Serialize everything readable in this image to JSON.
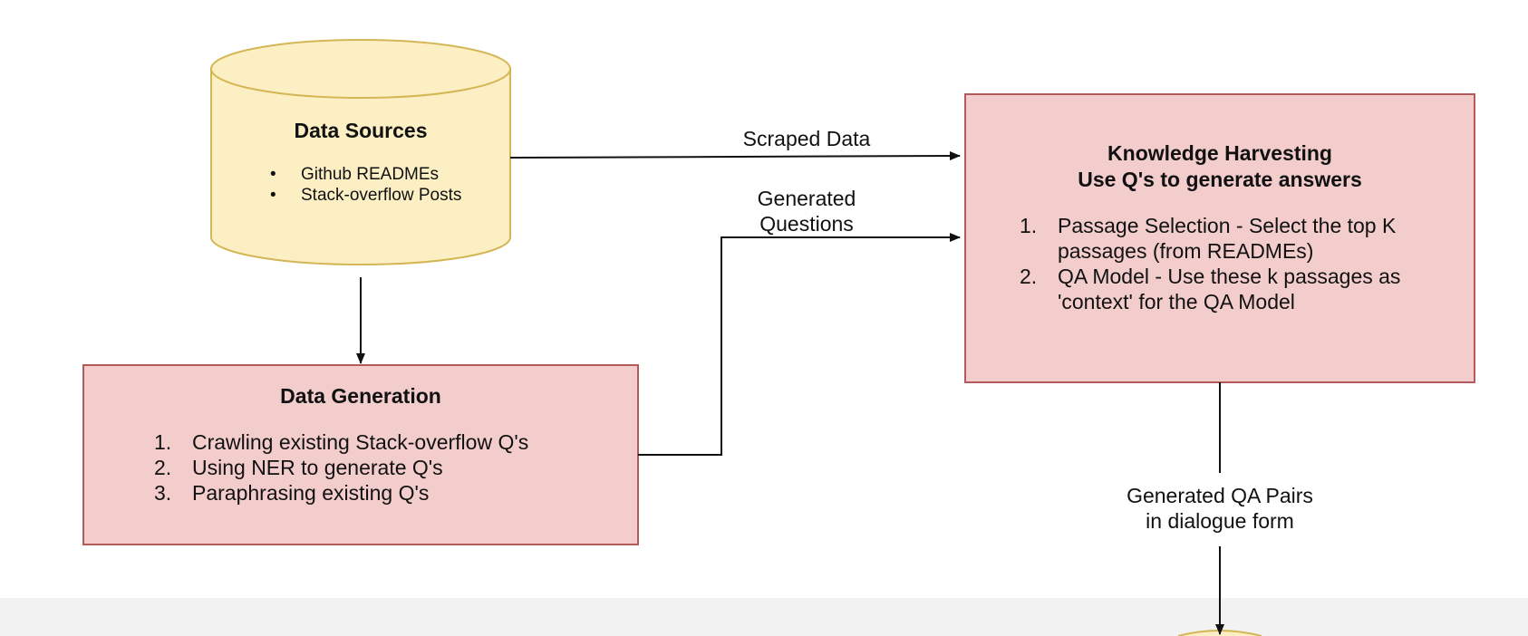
{
  "colors": {
    "cylinder_fill": "#fdefc4",
    "cylinder_stroke": "#d4b655",
    "process_fill": "#f3cccc",
    "process_stroke": "#b35a5a",
    "edge": "#111111",
    "bottom_band": "#f2f2f2"
  },
  "nodes": {
    "data_sources": {
      "title": "Data Sources",
      "items": [
        "Github READMEs",
        "Stack-overflow Posts"
      ]
    },
    "data_generation": {
      "title": "Data Generation",
      "items": [
        "Crawling existing Stack-overflow Q's",
        "Using NER to generate Q's",
        "Paraphrasing existing Q's"
      ]
    },
    "knowledge_harvesting": {
      "title_line1": "Knowledge Harvesting",
      "title_line2": "Use Q's to generate answers",
      "items": [
        "Passage Selection - Select the top K passages (from READMEs)",
        "QA Model - Use these k passages as 'context' for the QA Model"
      ]
    }
  },
  "edges": {
    "scraped_data": {
      "label": "Scraped Data"
    },
    "generated_questions": {
      "label_line1": "Generated",
      "label_line2": "Questions"
    },
    "generated_qa_pairs": {
      "label_line1": "Generated QA Pairs",
      "label_line2": "in dialogue form"
    }
  }
}
